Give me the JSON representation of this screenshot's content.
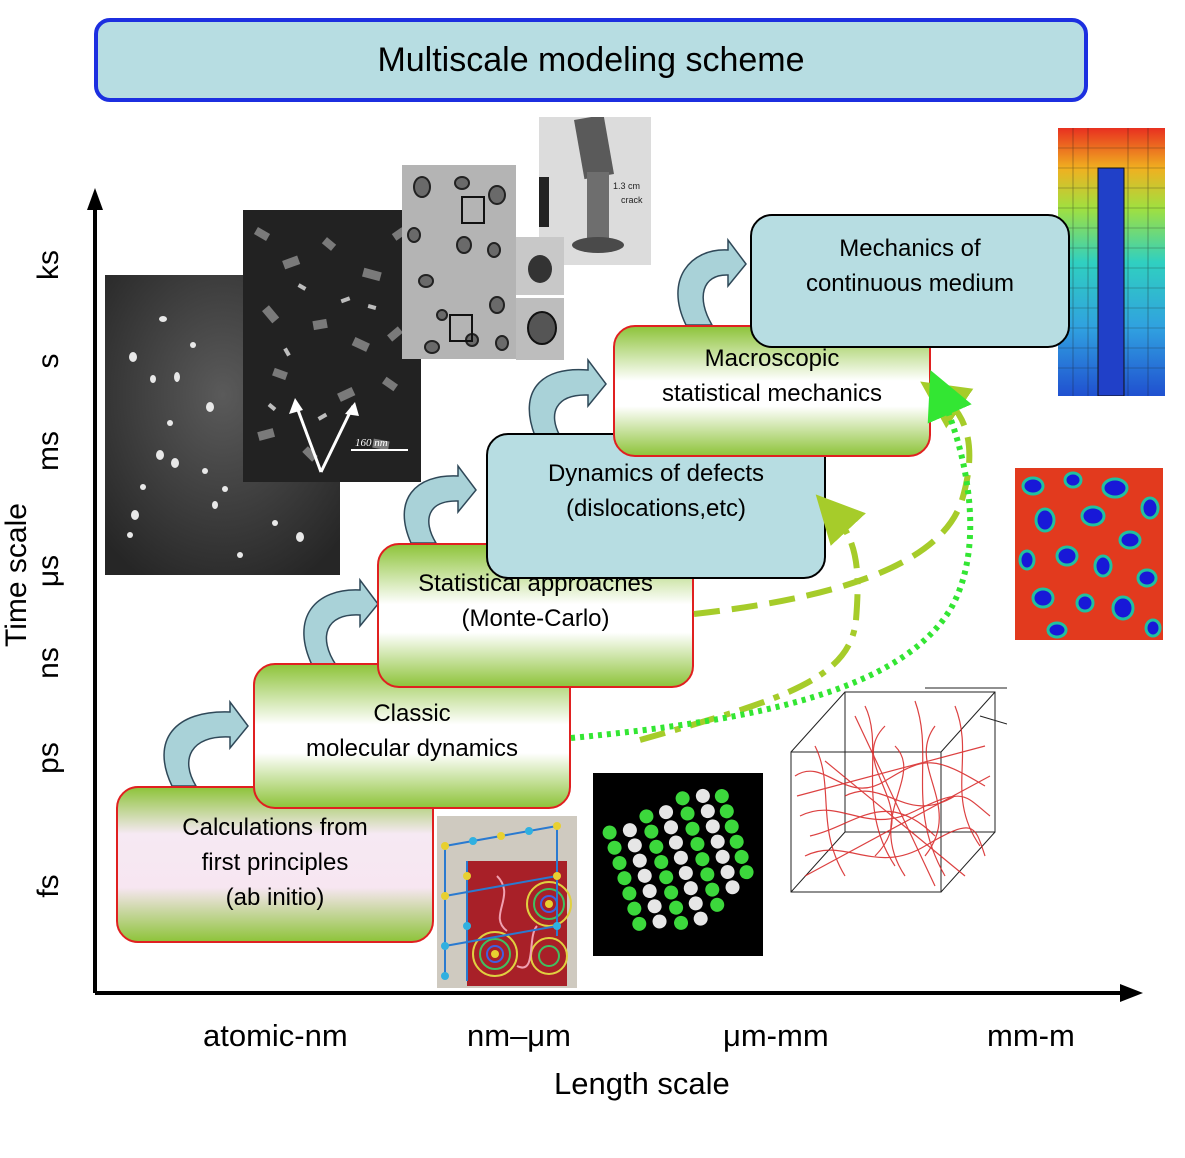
{
  "title": "Multiscale modeling scheme",
  "axes": {
    "y_label": "Time scale",
    "x_label": "Length scale",
    "y_ticks": [
      "fs",
      "ps",
      "ns",
      "μs",
      "ms",
      "s",
      "ks"
    ],
    "x_ticks": [
      "atomic-nm",
      "nm–μm",
      "μm-mm",
      "mm-m"
    ]
  },
  "stages": [
    {
      "lines": [
        "Calculations from",
        "first principles",
        "(ab initio)"
      ]
    },
    {
      "lines": [
        "Classic",
        "molecular dynamics"
      ]
    },
    {
      "lines": [
        "Statistical approaches",
        "(Monte-Carlo)"
      ]
    },
    {
      "lines": [
        "Dynamics of defects",
        "(dislocations,etc)"
      ]
    },
    {
      "lines": [
        "Macroscopic",
        "statistical mechanics"
      ]
    },
    {
      "lines": [
        "Mechanics of",
        "continuous medium"
      ]
    }
  ],
  "image_labels": {
    "micro_scale": "160 nm",
    "crack_note_1": "1.3 cm",
    "crack_note_2": "crack"
  },
  "colors": {
    "title_border": "#1c2fe0",
    "title_fill": "#b7dde2",
    "box_border_red": "#e02020",
    "box_green": "#8fc43c",
    "teal_fill": "#b7dde2",
    "dashed_arrow": "#a6cc2a",
    "dotted_arrow": "#33e633"
  }
}
